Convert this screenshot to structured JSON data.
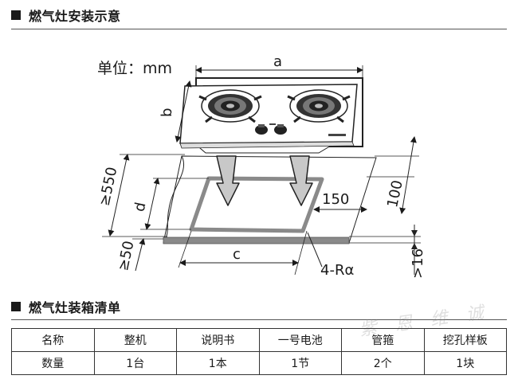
{
  "section1": {
    "title": "燃气灶安装示意"
  },
  "diagram": {
    "unit_label": "单位：mm",
    "dim_a": "a",
    "dim_b": "b",
    "dim_c": "c",
    "dim_d": "d",
    "dim_min_depth": "≥550",
    "dim_min_front": "≥50",
    "dim_side": "150",
    "dim_back": "100",
    "dim_thickness": ">16",
    "corner_radius": "4-Rα"
  },
  "section2": {
    "title": "燃气灶装箱清单"
  },
  "packing_list": {
    "headers": [
      "名称",
      "整机",
      "说明书",
      "一号电池",
      "管箍",
      "挖孔样板"
    ],
    "row": [
      "数量",
      "1台",
      "1本",
      "1节",
      "2个",
      "1块"
    ]
  },
  "watermark": "紫 恩 维 诚"
}
